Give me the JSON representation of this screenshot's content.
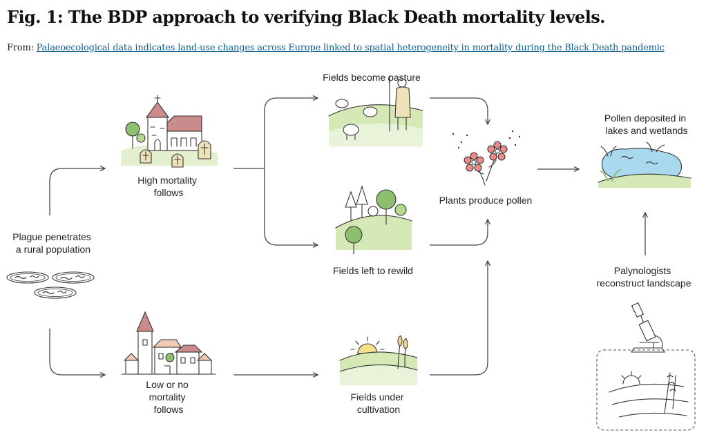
{
  "figure": {
    "title": "Fig. 1: The BDP approach to verifying Black Death mortality levels.",
    "from_prefix": "From:",
    "source_link": "Palaeoecological data indicates land-use changes across Europe linked to spatial heterogeneity in mortality during the Black Death pandemic"
  },
  "nodes": {
    "plague": [
      "Plague penetrates",
      "a rural population"
    ],
    "high_mortality": [
      "High mortality",
      "follows"
    ],
    "low_mortality": [
      "Low or no",
      "mortality",
      "follows"
    ],
    "pasture": [
      "Fields become pasture"
    ],
    "rewild": [
      "Fields left to rewild"
    ],
    "cultivation": [
      "Fields under",
      "cultivation"
    ],
    "pollen": [
      "Plants produce pollen"
    ],
    "deposited": [
      "Pollen deposited in",
      "lakes and wetlands"
    ],
    "palynologists": [
      "Palynologists",
      "reconstruct landscape"
    ]
  },
  "colors": {
    "hill_green": "#d6e8b6",
    "tree_green": "#8cc06e",
    "church_roof": "#c98b8b",
    "flower_pink": "#ec8a8a",
    "water_blue": "#a9d9ee",
    "sun_yellow": "#f6e08a",
    "link": "#0b5a8c"
  },
  "icons": [
    "church-graveyard-icon",
    "village-icon",
    "petri-dish-icon",
    "pasture-shepherd-icon",
    "forest-icon",
    "cultivated-field-icon",
    "flowers-pollen-icon",
    "lake-icon",
    "microscope-icon",
    "sample-sketch-icon"
  ]
}
